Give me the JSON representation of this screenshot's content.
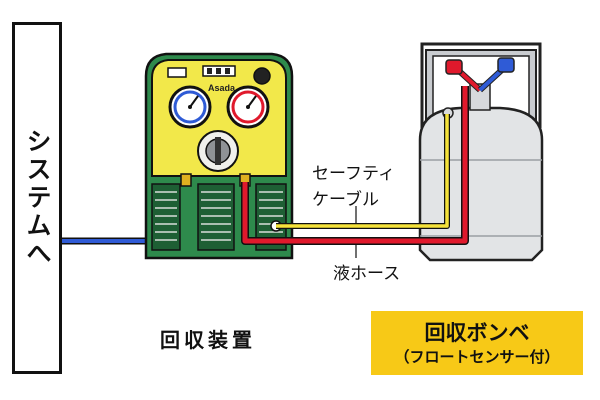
{
  "labels": {
    "system": "システムへ",
    "safety_cable": "セーフティ\nケーブル",
    "liquid_hose": "液ホース",
    "recovery_unit": "回収装置",
    "cylinder_title": "回収ボンベ",
    "cylinder_subtitle": "（フロートセンサー付）",
    "brand": "Asada"
  },
  "colors": {
    "unit_body": "#2e8a4c",
    "unit_panel": "#f2e84a",
    "cylinder": "#e2e4e6",
    "hose_blue": "#2f5bd6",
    "hose_red": "#e0192c",
    "cable_yellow": "#f5e23a",
    "label_box": "#f7c917"
  },
  "icons": [
    "pressure-gauge-icon",
    "valve-knob-icon",
    "power-switch-icon",
    "valve-handle-icon"
  ]
}
